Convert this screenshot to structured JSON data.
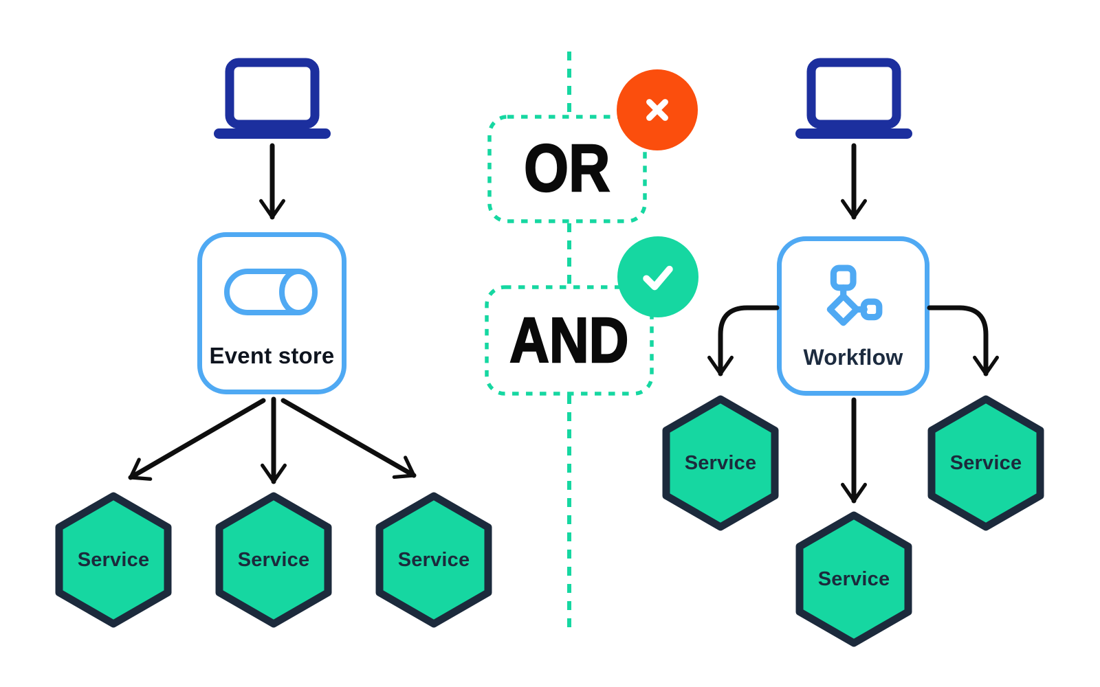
{
  "diagram": {
    "title": "event-store-vs-workflow-fanout-comparison",
    "left": {
      "device_icon": "laptop-icon",
      "node": {
        "icon": "database-cylinder-icon",
        "label": "Event store"
      },
      "services": [
        "Service",
        "Service",
        "Service"
      ]
    },
    "comparison": {
      "or": {
        "label": "OR",
        "badge_icon": "x-icon",
        "badge_color": "#FB4E0D"
      },
      "and": {
        "label": "AND",
        "badge_icon": "check-icon",
        "badge_color": "#16D7A1"
      }
    },
    "right": {
      "device_icon": "laptop-icon",
      "node": {
        "icon": "workflow-icon",
        "label": "Workflow"
      },
      "services": [
        "Service",
        "Service",
        "Service"
      ]
    },
    "colors": {
      "navy": "#1C2F9E",
      "light_blue": "#4FA9F3",
      "green": "#16D7A1",
      "orange": "#FB4E0D",
      "dark_navy": "#1C2A3C",
      "arrow_black": "#0E0E0E",
      "background": "#FFFFFF"
    }
  }
}
